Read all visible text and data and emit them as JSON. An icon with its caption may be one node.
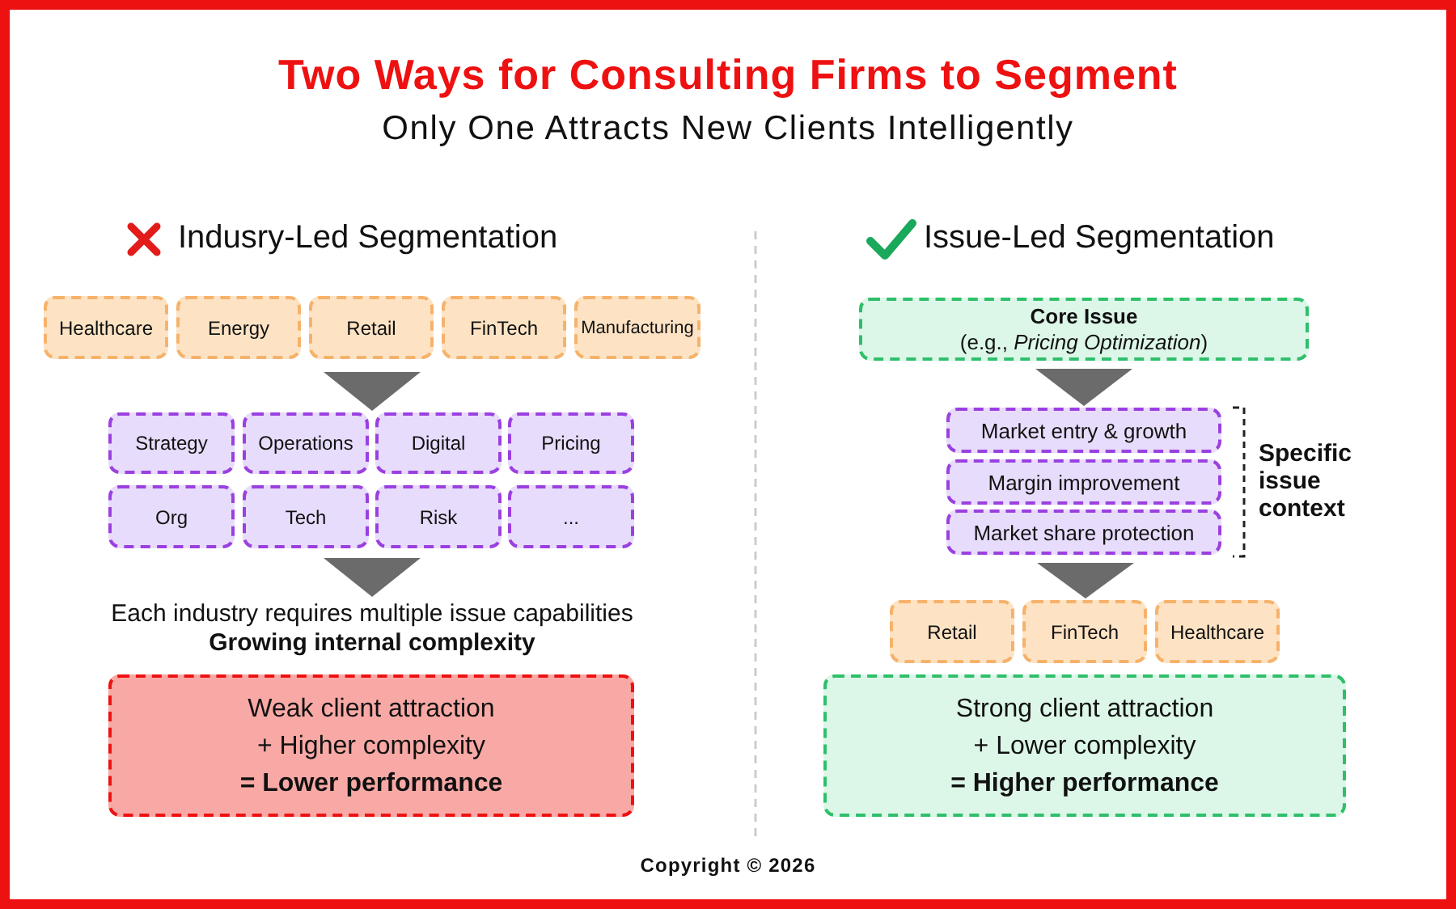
{
  "diagram": {
    "title": "Two Ways for Consulting Firms to Segment",
    "caption": "Copyright © 2026",
    "nodes": [
      {
        "text": [
          "Healthcare"
        ]
      },
      {
        "text": [
          "Energy"
        ]
      },
      {
        "text": [
          "Retail"
        ]
      },
      {
        "text": [
          "FinTech"
        ]
      },
      {
        "text": [
          "Manufacturing"
        ]
      },
      {
        "text": [
          "Strategy"
        ]
      },
      {
        "text": [
          "Operations"
        ]
      },
      {
        "text": [
          "Digital"
        ]
      },
      {
        "text": [
          "Pricing"
        ]
      },
      {
        "text": [
          "Org"
        ]
      },
      {
        "text": [
          "Tech"
        ]
      },
      {
        "text": [
          "Risk"
        ]
      },
      {
        "text": [
          "..."
        ]
      },
      {
        "text": [
          "Weak client attraction",
          "+ Higher complexity",
          "= Lower performance"
        ]
      },
      {
        "text": [
          "Core Issue",
          "(e.g., *Pricing Optimization*)"
        ]
      },
      {
        "text": [
          "Market entry & growth"
        ]
      },
      {
        "text": [
          "Margin improvement"
        ]
      },
      {
        "text": [
          "Market share protection"
        ]
      },
      {
        "text": [
          "Retail"
        ]
      },
      {
        "text": [
          "FinTech"
        ]
      },
      {
        "text": [
          "Healthcare"
        ]
      },
      {
        "text": [
          "Strong client attraction",
          "+ Lower complexity",
          "= Higher performance"
        ]
      }
    ],
    "edges": [
      {
        "from": 2,
        "to": null,
        "arrow": "to"
      },
      {
        "from": 10,
        "to": 13,
        "arrow": "to"
      },
      {
        "from": 11,
        "to": 13,
        "arrow": "to"
      },
      {
        "from": 14,
        "to": 15,
        "arrow": "to"
      },
      {
        "from": 17,
        "to": 19,
        "arrow": "to"
      }
    ],
    "labels": [
      "Only One Attracts New Clients Intelligently",
      "Indusry-Led Segmentation",
      "Issue-Led Segmentation",
      "Specific issue context",
      "Each industry requires multiple issue capabilities",
      "Growing internal complexity"
    ]
  }
}
